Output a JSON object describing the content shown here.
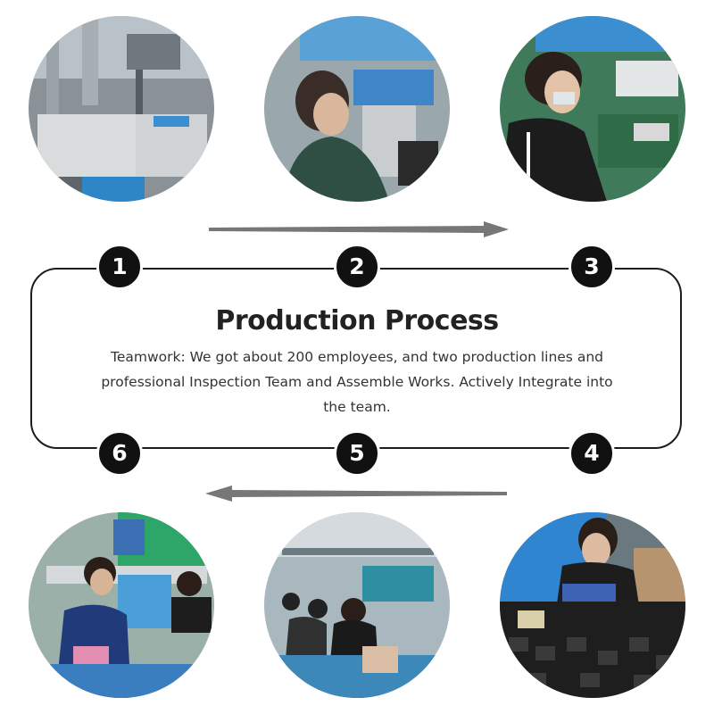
{
  "title": "Production Process",
  "description": "Teamwork: We got about 200 employees, and two production lines and professional Inspection Team and Assemble Works. Actively Integrate into the team.",
  "steps": [
    "1",
    "2",
    "3",
    "4",
    "5",
    "6"
  ],
  "colors": {
    "badge": "#111111",
    "box_border": "#1c1c1c",
    "arrow": "#777777"
  },
  "photos": [
    "injection-molding-machine-photo",
    "worker-at-press-machine-photo",
    "worker-assembling-circuit-photo",
    "worker-packing-chargers-photo",
    "assembly-line-workers-photo",
    "workers-at-workstations-photo"
  ]
}
